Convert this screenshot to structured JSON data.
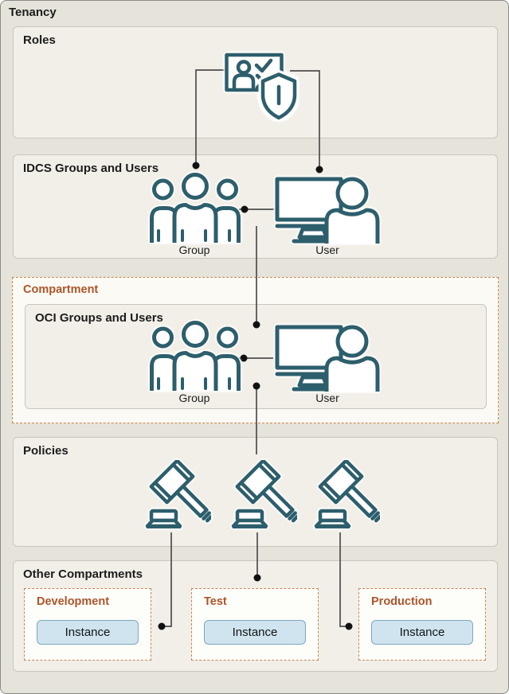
{
  "tenancy": {
    "title": "Tenancy"
  },
  "roles": {
    "title": "Roles"
  },
  "idcs": {
    "title": "IDCS Groups and Users",
    "group_label": "Group",
    "user_label": "User"
  },
  "compartment": {
    "title": "Compartment",
    "oci": {
      "title": "OCI Groups and Users",
      "group_label": "Group",
      "user_label": "User"
    }
  },
  "policies": {
    "title": "Policies"
  },
  "other_compartments": {
    "title": "Other Compartments",
    "items": [
      {
        "name": "Development",
        "instance_label": "Instance"
      },
      {
        "name": "Test",
        "instance_label": "Instance"
      },
      {
        "name": "Production",
        "instance_label": "Instance"
      }
    ]
  },
  "icons": {
    "roles": "role-card-shield-icon",
    "group": "group-people-icon",
    "user": "user-monitor-icon",
    "policy": "gavel-icon"
  },
  "colors": {
    "outer_bg": "#e5e3da",
    "section_bg": "#f1efe8",
    "compartment_bg": "#fbfaf5",
    "env_box_bg": "#fdfdfa",
    "icon_teal": "#2d5e6c",
    "orange_text": "#ac5528",
    "dashed_border": "#c9854f",
    "instance_fill": "#cfe4ef",
    "instance_border": "#7fa8bd",
    "connector": "#4d4d4d",
    "dot": "#111111"
  }
}
